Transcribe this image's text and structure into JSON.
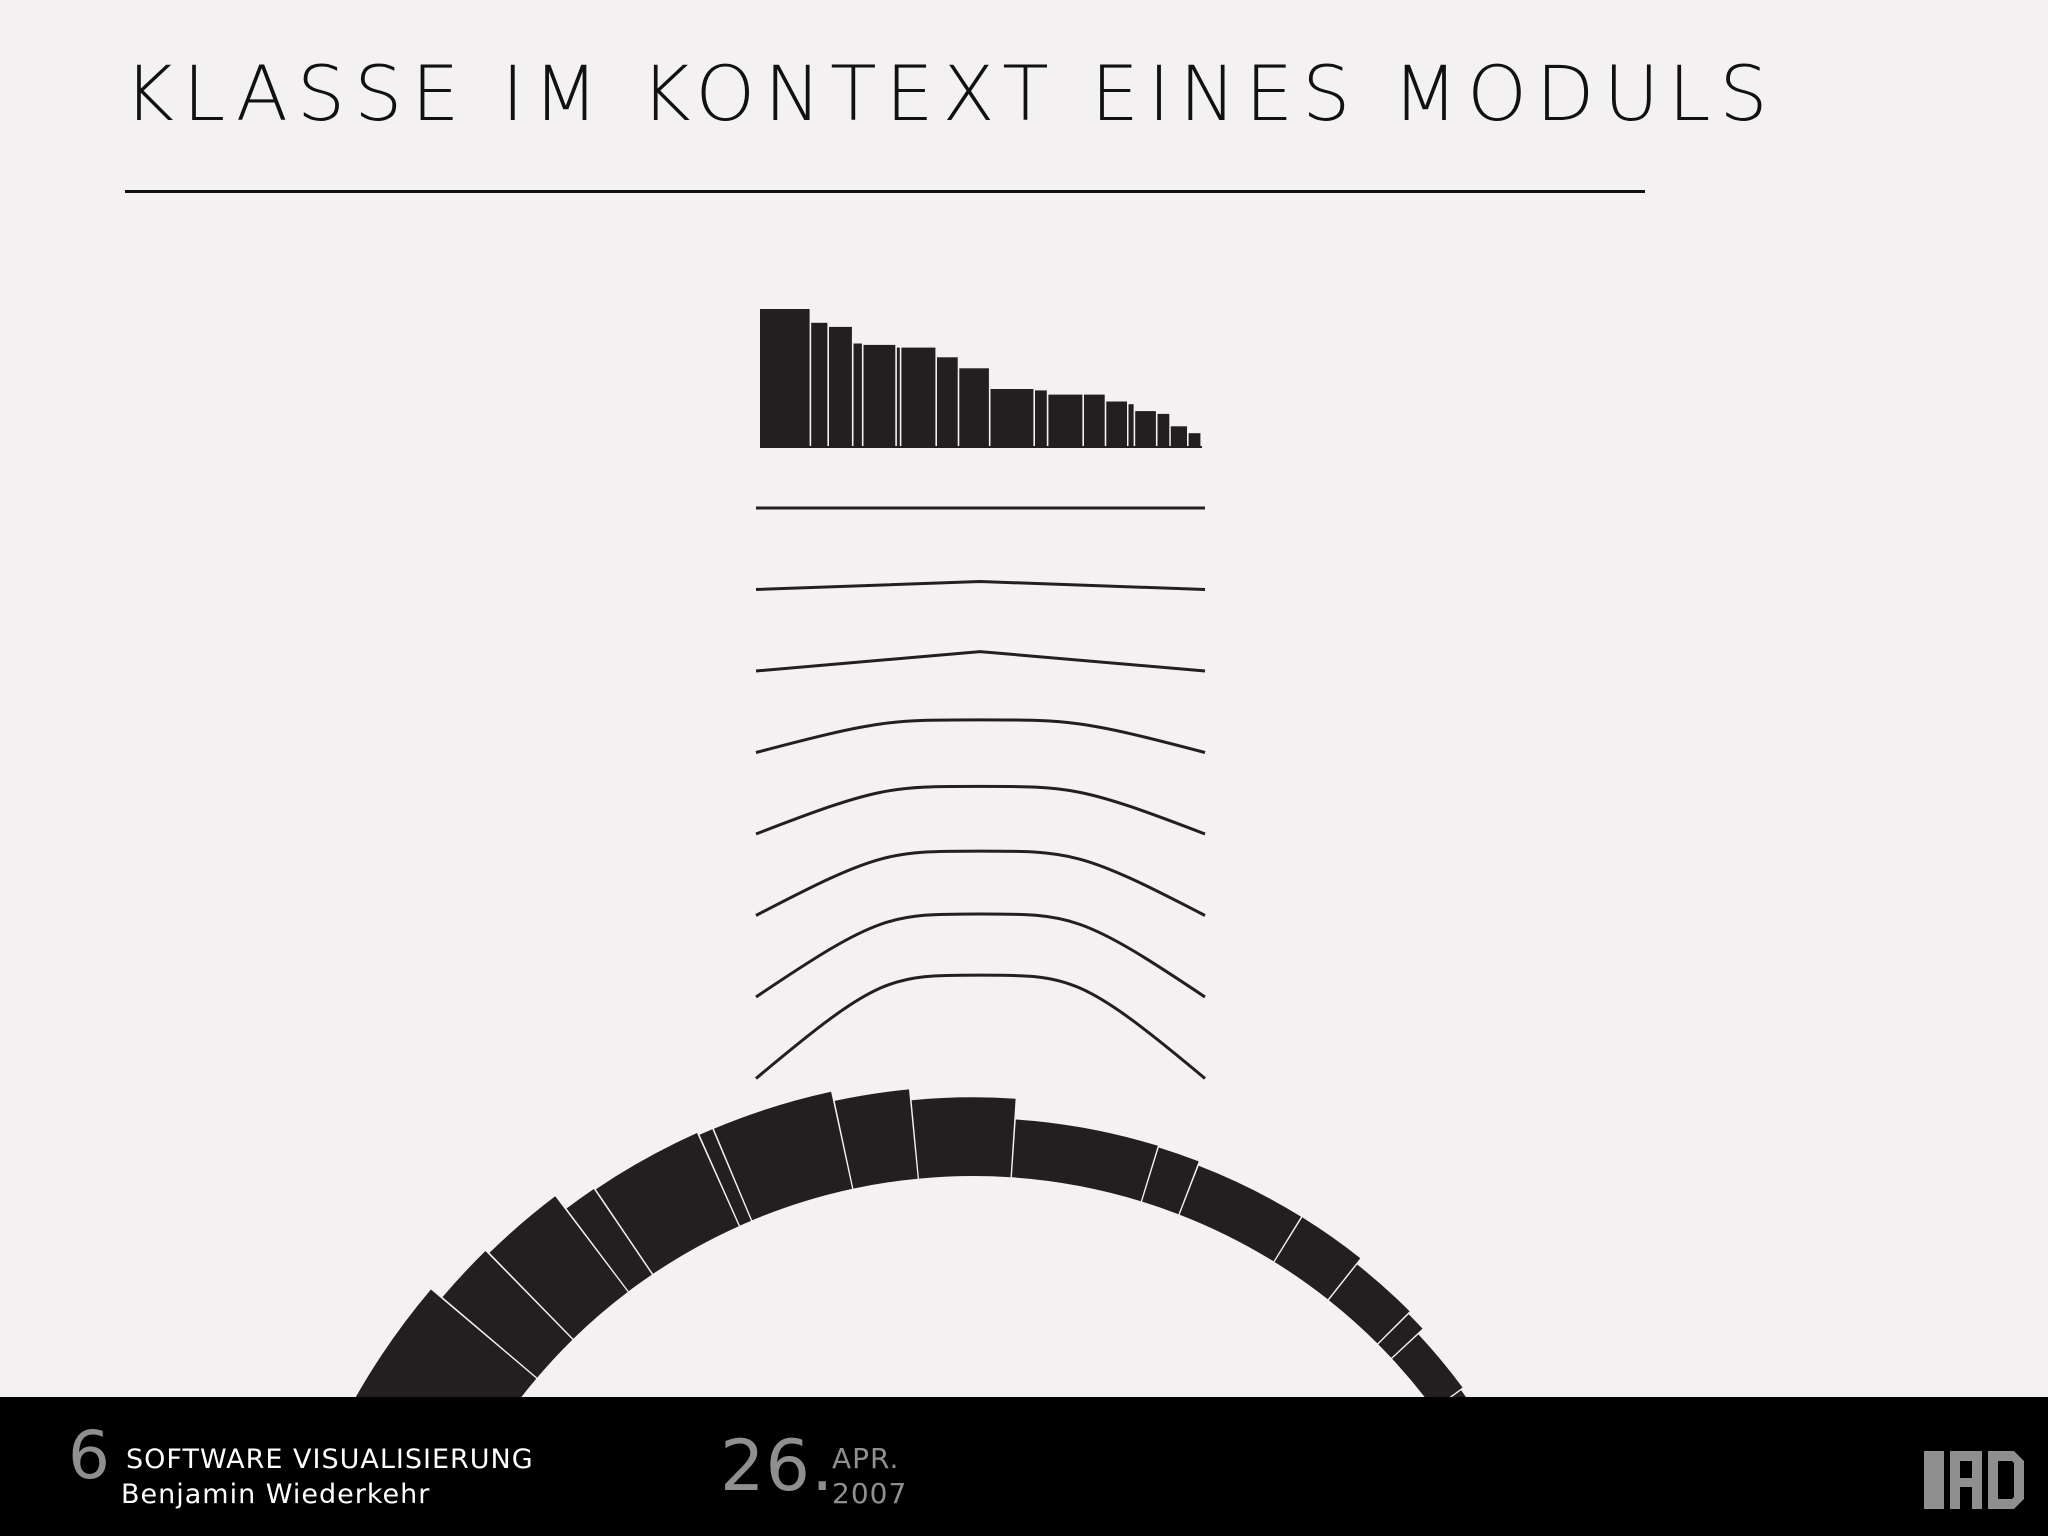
{
  "slide": {
    "title": "KLASSE IM KONTEXT EINES MODULS"
  },
  "diagram": {
    "description_icons": [
      "bar-strip-icon",
      "bending-line-icon",
      "arc-bars-icon"
    ],
    "bar_values": [
      100,
      90,
      87,
      75,
      74,
      72,
      72,
      65,
      57,
      42,
      41,
      38,
      38,
      33,
      31,
      26,
      24,
      15,
      10
    ],
    "bend_steps": 7,
    "ink_color": "#231f20"
  },
  "footer": {
    "slide_number": "6",
    "series": "SOFTWARE VISUALISIERUNG",
    "author": "Benjamin Wiederkehr",
    "date_day": "26.",
    "date_month": "APR.",
    "date_year": "2007",
    "logo_icon": "iad-logo-icon"
  }
}
